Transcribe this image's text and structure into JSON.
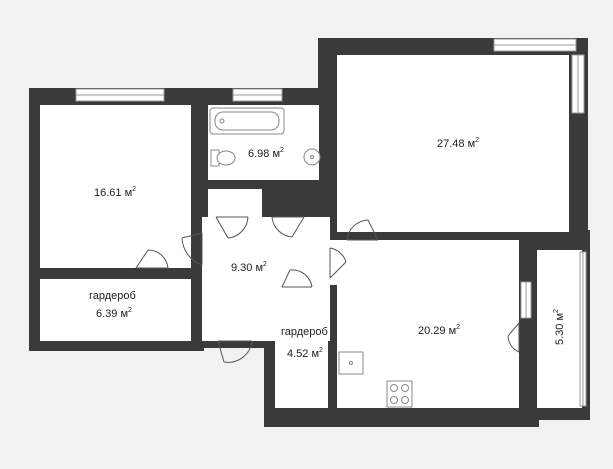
{
  "rooms": [
    {
      "id": "bedroom-west",
      "name": "",
      "area": "16.61",
      "unit": "м",
      "exp": "2"
    },
    {
      "id": "bathroom",
      "name": "",
      "area": "6.98",
      "unit": "м",
      "exp": "2"
    },
    {
      "id": "living-room",
      "name": "",
      "area": "27.48",
      "unit": "м",
      "exp": "2"
    },
    {
      "id": "hallway",
      "name": "",
      "area": "9.30",
      "unit": "м",
      "exp": "2"
    },
    {
      "id": "wardrobe-west",
      "name": "гардероб",
      "area": "6.39",
      "unit": "м",
      "exp": "2"
    },
    {
      "id": "wardrobe-center",
      "name": "гардероб",
      "area": "4.52",
      "unit": "м",
      "exp": "2"
    },
    {
      "id": "kitchen",
      "name": "",
      "area": "20.29",
      "unit": "м",
      "exp": "2"
    },
    {
      "id": "balcony",
      "name": "",
      "area": "5.30",
      "unit": "м",
      "exp": "2"
    }
  ],
  "colors": {
    "wall": "#3a3a3a",
    "floor": "#ffffff",
    "background": "#f2f2f2",
    "window": "#ffffff",
    "fixture": "#888888"
  }
}
